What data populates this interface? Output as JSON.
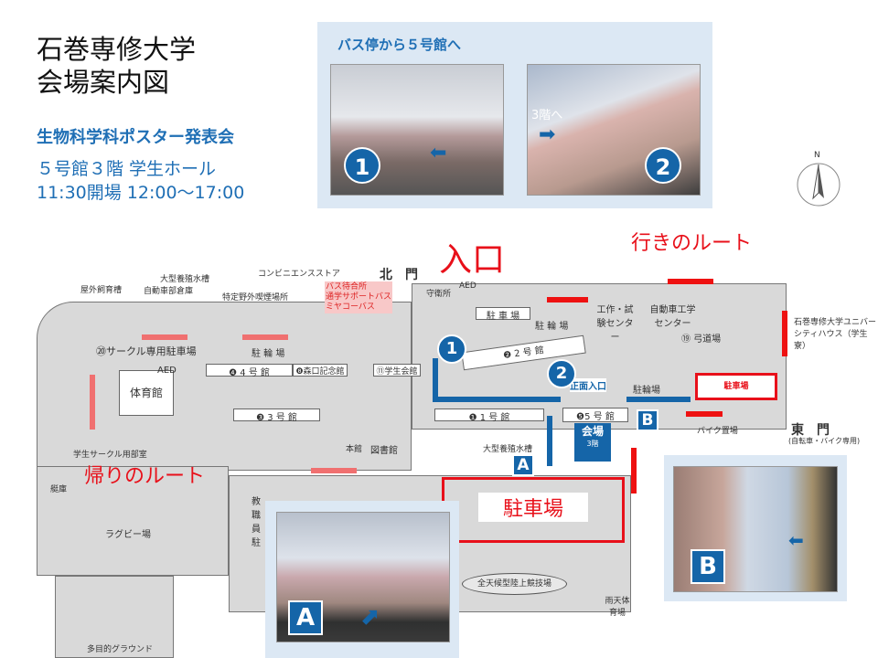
{
  "header": {
    "title_line1": "石巻専修大学",
    "title_line2": "会場案内図",
    "event": "生物科学科ポスター発表会",
    "venue": "５号館３階 学生ホール",
    "time": "11:30開場 12:00～17:00"
  },
  "photo_panel": {
    "title": "バス停から５号館へ",
    "photo1_marker": "1",
    "photo2_marker": "2",
    "photo2_note": "3階へ"
  },
  "compass": {
    "label": "N"
  },
  "map": {
    "entrance": "入口",
    "route_go": "行きのルート",
    "route_back": "帰りのルート",
    "north_gate": "北　門",
    "east_gate": "東　門",
    "east_gate_note": "(自転車・バイク専用)",
    "guard": "守衛所",
    "aed": "AED",
    "bus_stop": [
      "バス待合所",
      "通学サポートバス",
      "ミヤコーバス"
    ],
    "labels": {
      "outdoor_pen": "屋外飼育槽",
      "big_tank": "大型養殖水槽",
      "car_club": "自動車部倉庫",
      "smoking": "特定野外喫煙場所",
      "convenience": "コンビニエンスストア",
      "circle_parking": "⑳サークル専用駐車場",
      "bike_parking": "駐 輪 場",
      "parking": "駐 車 場",
      "bike_parking2": "駐 輪 場",
      "b4": "❹ 4 号 館",
      "b8": "❽森口記念館",
      "b11": "⑪学生会館",
      "b2": "❷ 2 号 館",
      "b3": "❸ 3 号 館",
      "b1": "❶ 1 号 館",
      "b5": "❺5 号 館",
      "gym": "体育館",
      "aed_gym": "AED",
      "circle_room": "学生サークル用部室",
      "honkan": "本館",
      "library": "図書館",
      "workshop": "工作・試験センター",
      "auto": "自動車工学センター",
      "archery": "⑲ 弓道場",
      "dorm": "石巻専修大学ユニバーシティハウス（学生寮）",
      "bike_parking3": "駐輪場",
      "bike_area": "バイク置場",
      "front_entrance": "正面入口",
      "venue": "会場",
      "venue_floor": "3階",
      "big_tank2": "大型養殖水槽",
      "parking_big": "駐車場",
      "parking_small": "駐車場",
      "boathouse": "艇庫",
      "rugby": "ラグビー場",
      "staff_parking": "教職員駐",
      "track": "全天候型陸上競技場",
      "rain_gym": "雨天体育場",
      "ground": "多目的グラウンド",
      "marker1": "1",
      "marker2": "2",
      "markerA": "A",
      "markerB": "B"
    }
  },
  "photoA": {
    "marker": "A"
  },
  "photoB": {
    "marker": "B"
  }
}
